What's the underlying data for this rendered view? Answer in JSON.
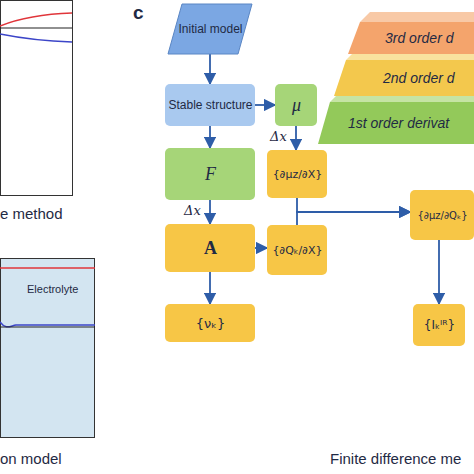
{
  "diagram": {
    "nodes": [
      {
        "text": [
          "Initial model"
        ]
      },
      {
        "text": [
          "3rd order d"
        ]
      },
      {
        "text": [
          "2nd order d"
        ]
      },
      {
        "text": [
          "1st order derivat"
        ]
      },
      {
        "text": [
          "Stable structure"
        ]
      },
      {
        "text": [
          "μ"
        ]
      },
      {
        "text": [
          "F"
        ]
      },
      {
        "text": [
          "{∂μz/∂X}"
        ]
      },
      {
        "text": [
          "A"
        ]
      },
      {
        "text": [
          "{∂Qₖ/∂X}"
        ]
      },
      {
        "text": [
          "{∂μz/∂Qₖ}"
        ]
      },
      {
        "text": [
          "{νₖ}"
        ]
      },
      {
        "text": [
          "{Iₖᴵᴿ}"
        ]
      },
      {
        "text": [
          "Electrolyte"
        ]
      }
    ],
    "edges": [
      {
        "from": 0,
        "to": 4,
        "arrow": "to"
      },
      {
        "from": 4,
        "to": 5,
        "arrow": "to"
      },
      {
        "from": 4,
        "to": 6,
        "arrow": "to"
      },
      {
        "from": 5,
        "to": 7,
        "label": "Δx",
        "arrow": "to"
      },
      {
        "from": 6,
        "to": 8,
        "label": "Δx",
        "arrow": "to"
      },
      {
        "from": 8,
        "to": 9,
        "arrow": "to"
      },
      {
        "from": 8,
        "to": 11,
        "arrow": "to"
      },
      {
        "from": 7,
        "to": 10,
        "arrow": "to"
      },
      {
        "from": 9,
        "to": 10,
        "arrow": "to"
      },
      {
        "from": 10,
        "to": 12,
        "arrow": "to"
      }
    ],
    "labels": [
      "c",
      "e method",
      "on model",
      "Finite difference me"
    ]
  }
}
